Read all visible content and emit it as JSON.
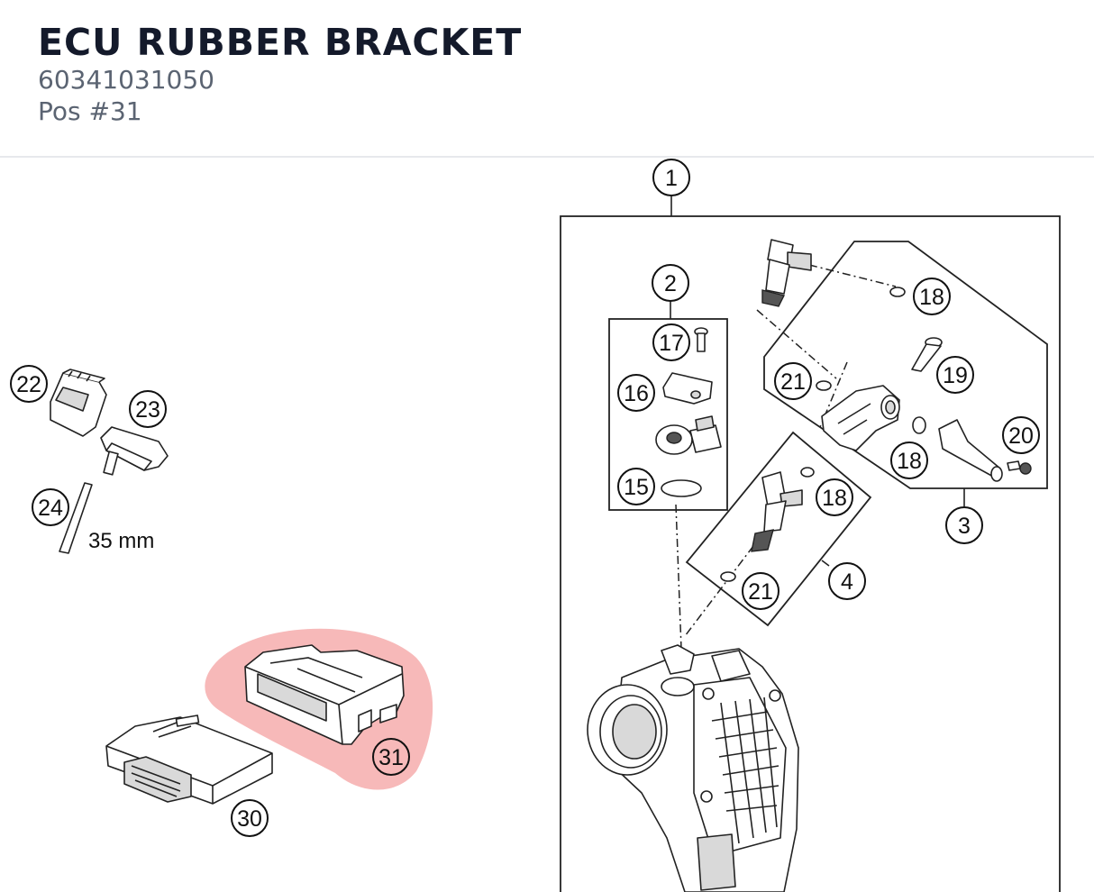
{
  "header": {
    "title": "ECU RUBBER BRACKET",
    "part_number": "60341031050",
    "position": "Pos #31"
  },
  "diagram": {
    "highlight_color": "#f08080",
    "callouts": {
      "c1": "1",
      "c2": "2",
      "c3": "3",
      "c4": "4",
      "c15": "15",
      "c16": "16",
      "c17": "17",
      "c18a": "18",
      "c18b": "18",
      "c18c": "18",
      "c19": "19",
      "c20": "20",
      "c21a": "21",
      "c21b": "21",
      "c22": "22",
      "c23": "23",
      "c24": "24",
      "c30": "30",
      "c31": "31"
    },
    "dimension_label": "35 mm"
  }
}
